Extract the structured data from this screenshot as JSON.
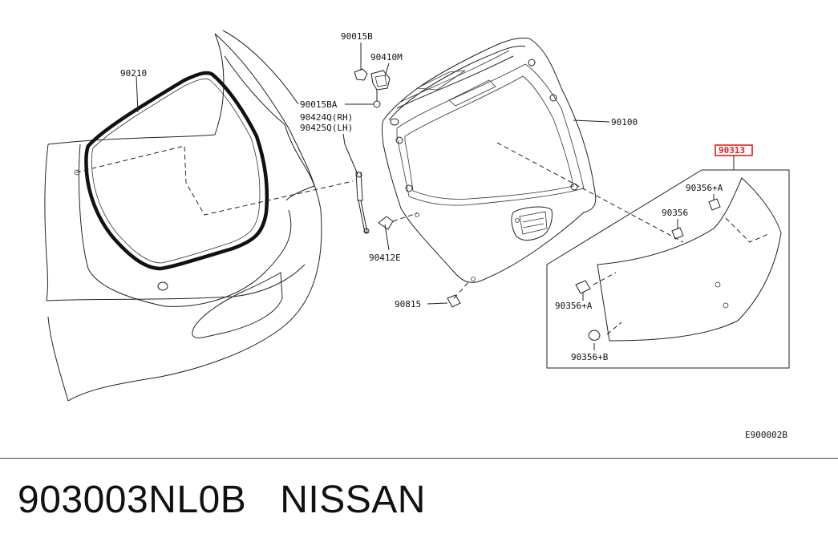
{
  "diagram": {
    "labels": {
      "p90210": "90210",
      "p90015B": "90015B",
      "p90410M": "90410M",
      "p90015BA": "90015BA",
      "p90424Q": "90424Q(RH)",
      "p90425Q": "90425Q(LH)",
      "p90100": "90100",
      "p90412E": "90412E",
      "p90815": "90815",
      "p90313": "90313",
      "p90356A_top": "90356+A",
      "p90356": "90356",
      "p90356A_bottom": "90356+A",
      "p90356B": "90356+B"
    },
    "code": "E900002B",
    "highlight_color": "#e02020"
  },
  "footer": {
    "part_number": "903003NL0B",
    "brand": "NISSAN"
  }
}
